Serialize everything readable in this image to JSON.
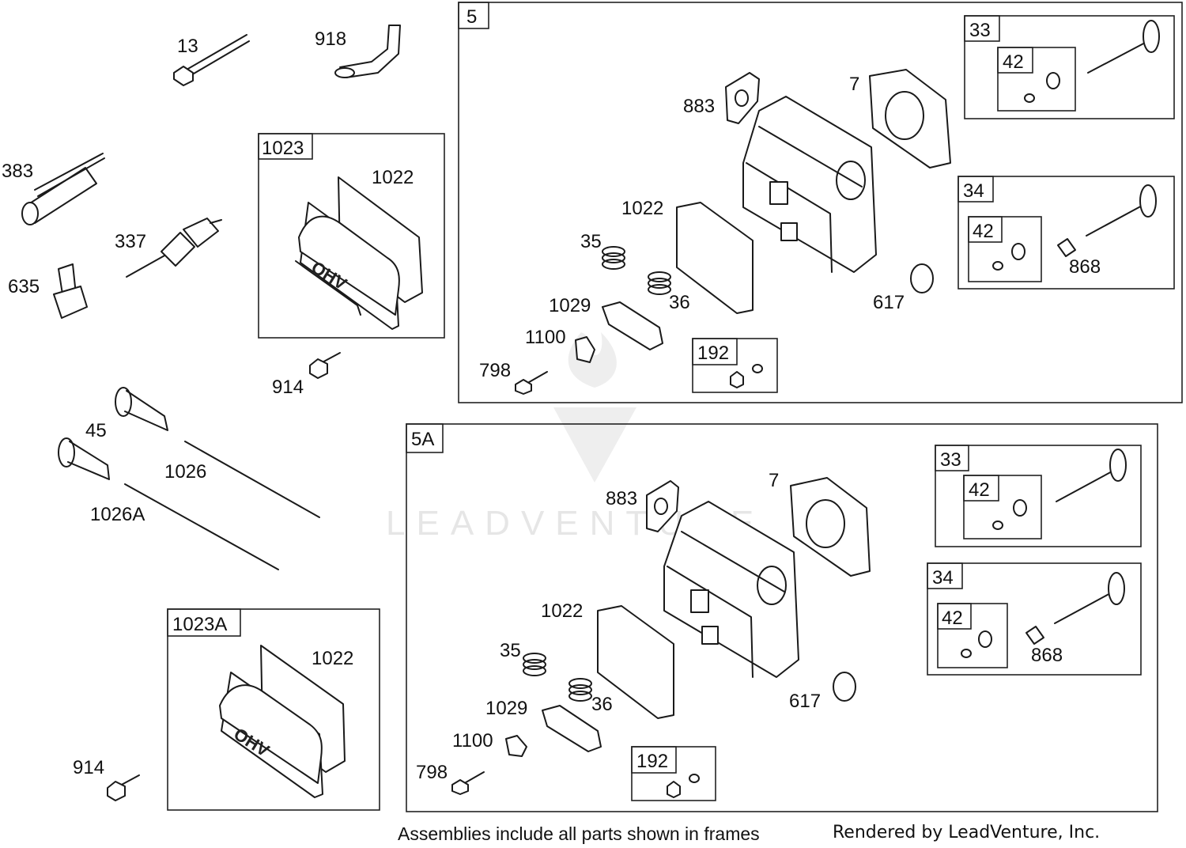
{
  "callouts": {
    "c13": "13",
    "c918": "918",
    "c383": "383",
    "c337": "337",
    "c635": "635",
    "c1023": "1023",
    "c1022a": "1022",
    "c914a": "914",
    "c45": "45",
    "c1026": "1026",
    "c1026A": "1026A",
    "c1023A": "1023A",
    "c1022b": "1022",
    "c914b": "914",
    "a5": {
      "frame": "5",
      "c883": "883",
      "c7": "7",
      "c1022": "1022",
      "c35": "35",
      "c36": "36",
      "c1029": "1029",
      "c1100": "1100",
      "c798": "798",
      "c192": "192",
      "c617": "617",
      "c33": "33",
      "c42a": "42",
      "c34": "34",
      "c42b": "42",
      "c868": "868"
    },
    "a5A": {
      "frame": "5A",
      "c883": "883",
      "c7": "7",
      "c1022": "1022",
      "c35": "35",
      "c36": "36",
      "c1029": "1029",
      "c1100": "1100",
      "c798": "798",
      "c192": "192",
      "c617": "617",
      "c33": "33",
      "c42a": "42",
      "c34": "34",
      "c42b": "42",
      "c868": "868"
    }
  },
  "cover_badge": "OHV",
  "watermark": "LEADVENTURE",
  "footer": {
    "note": "Assemblies include all parts shown in frames",
    "credit": "Rendered by LeadVenture, Inc."
  }
}
